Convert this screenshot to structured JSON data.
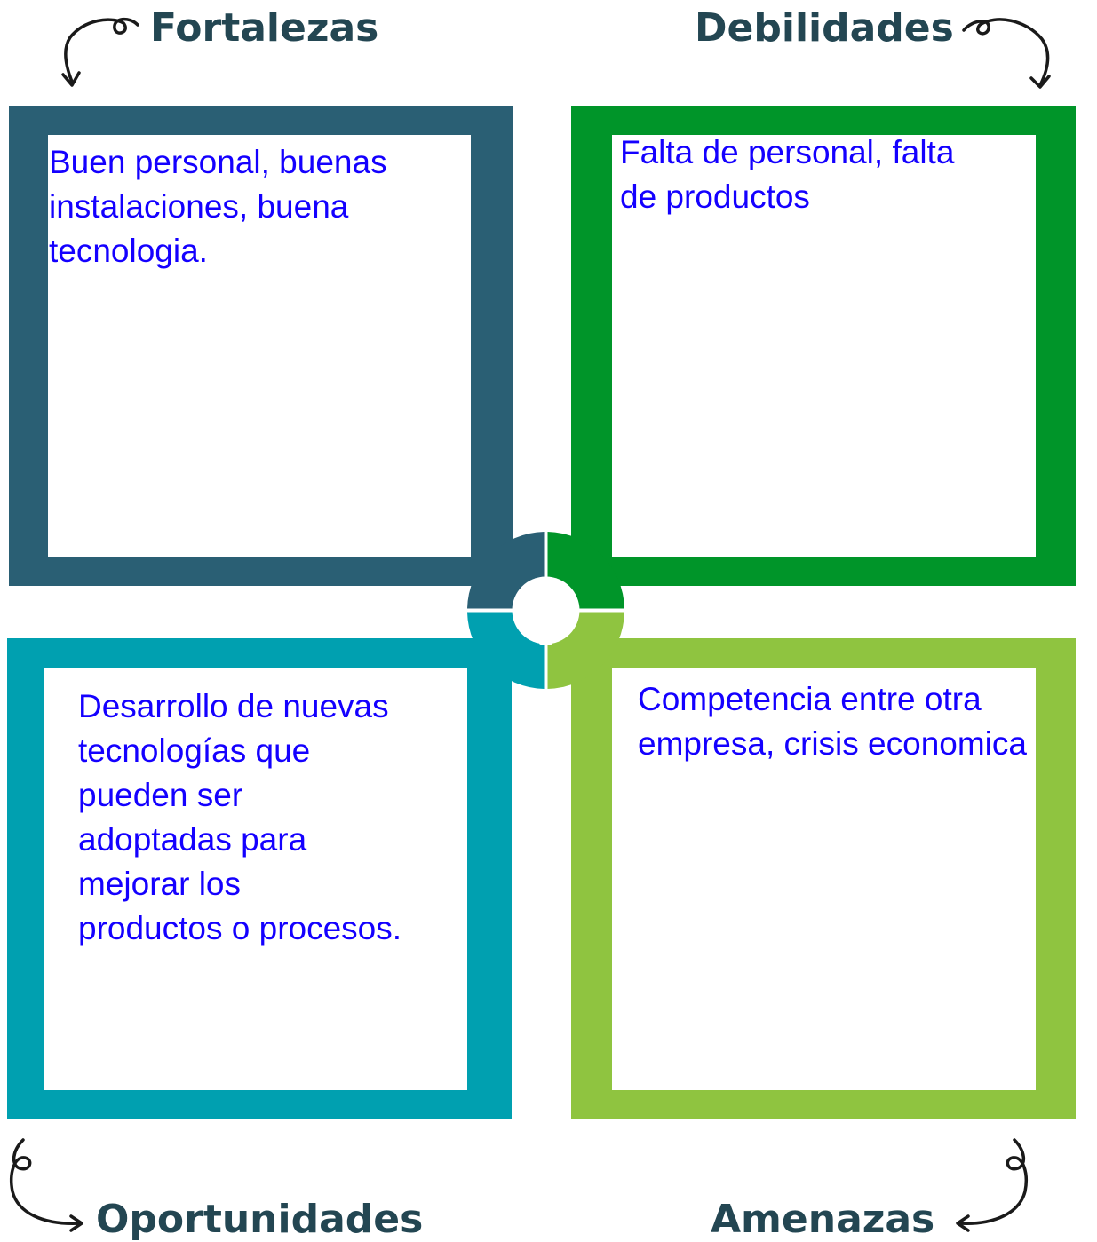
{
  "headings": {
    "strengths": "Fortalezas",
    "weaknesses": "Debilidades",
    "opportunities": "Oportunidades",
    "threats": "Amenazas"
  },
  "panels": {
    "strengths": {
      "lines": [
        "Buen personal, buenas",
        "instalaciones, buena",
        "tecnologia."
      ],
      "color": "#2a5f74"
    },
    "weaknesses": {
      "lines": [
        "Falta de personal, falta",
        "de productos"
      ],
      "color": "#009529"
    },
    "opportunities": {
      "lines": [
        "Desarrollo de nuevas",
        "tecnologías que",
        "pueden ser",
        "adoptadas para",
        "mejorar los",
        "productos o procesos."
      ],
      "color": "#00a0b0"
    },
    "threats": {
      "lines": [
        "Competencia entre otra",
        "empresa, crisis economica"
      ],
      "color": "#8fc440"
    }
  },
  "colors": {
    "heading_text": "#234652",
    "body_text": "#1400ff",
    "background": "#ffffff"
  },
  "icons": {
    "center": "lightbulb-icon",
    "arrows": "curly-arrow-icon"
  }
}
